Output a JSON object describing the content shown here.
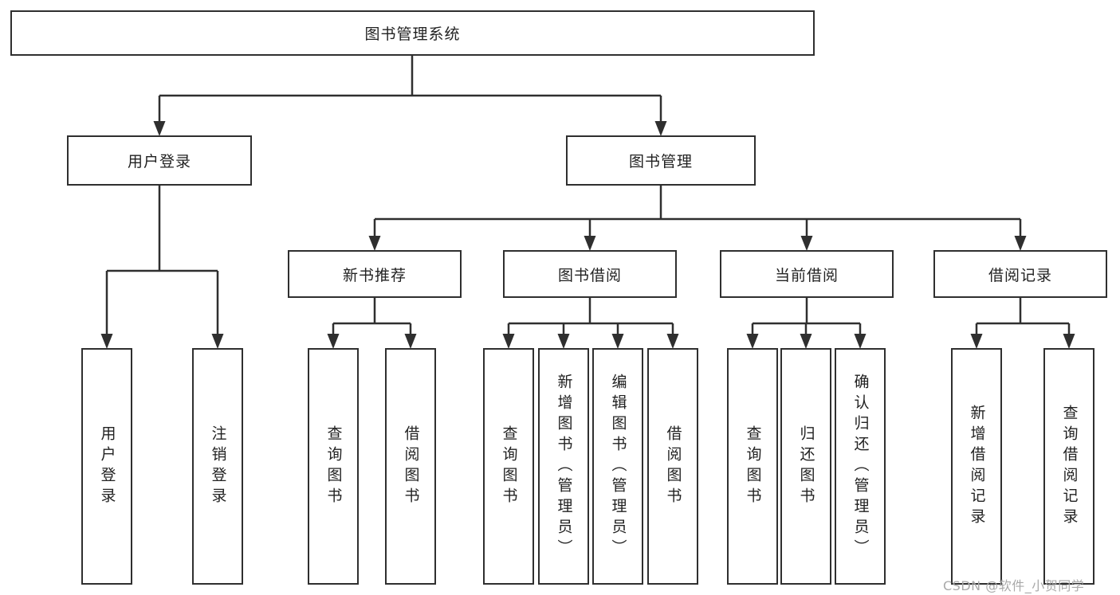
{
  "diagram": {
    "root": {
      "label": "图书管理系统"
    },
    "branches": [
      {
        "label": "用户登录",
        "children": [
          {
            "label": "用户登录"
          },
          {
            "label": "注销登录"
          }
        ]
      },
      {
        "label": "图书管理",
        "children": [
          {
            "label": "新书推荐",
            "children": [
              {
                "label": "查询图书"
              },
              {
                "label": "借阅图书"
              }
            ]
          },
          {
            "label": "图书借阅",
            "children": [
              {
                "label": "查询图书"
              },
              {
                "label": "新增图书（管理员）"
              },
              {
                "label": "编辑图书（管理员）"
              },
              {
                "label": "借阅图书"
              }
            ]
          },
          {
            "label": "当前借阅",
            "children": [
              {
                "label": "查询图书"
              },
              {
                "label": "归还图书"
              },
              {
                "label": "确认归还（管理员）"
              }
            ]
          },
          {
            "label": "借阅记录",
            "children": [
              {
                "label": "新增借阅记录"
              },
              {
                "label": "查询借阅记录"
              }
            ]
          }
        ]
      }
    ]
  },
  "watermark": {
    "text": "CSDN @软件_小贺同学"
  },
  "colors": {
    "line": "#2f2f2f",
    "text": "#222222",
    "background": "#ffffff",
    "watermark": "#a9a9a9"
  }
}
